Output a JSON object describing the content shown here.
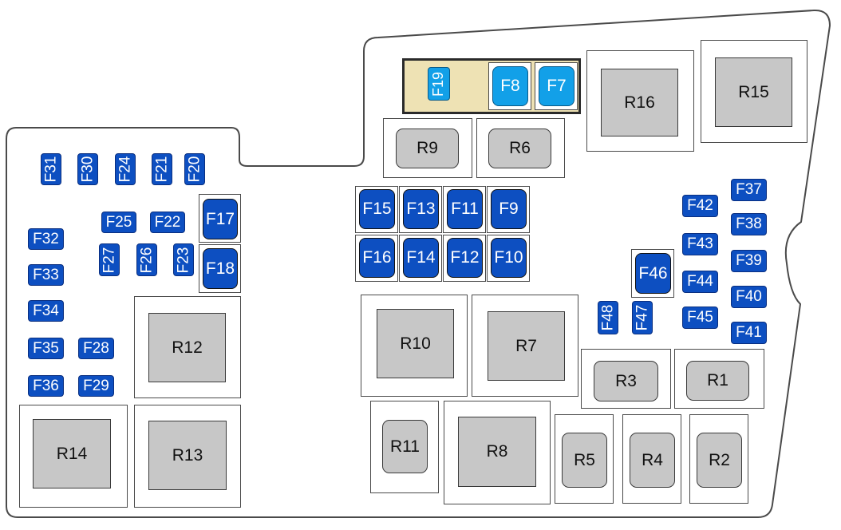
{
  "colors": {
    "fuse_blue": "#0d4fc1",
    "fuse_light_blue": "#12a0e8",
    "relay_grey": "#c7c7c7",
    "mini_panel_beige": "#eee2b4",
    "outline": "#4a4a4a"
  },
  "relays": {
    "R1": "R1",
    "R2": "R2",
    "R3": "R3",
    "R4": "R4",
    "R5": "R5",
    "R6": "R6",
    "R7": "R7",
    "R8": "R8",
    "R9": "R9",
    "R10": "R10",
    "R11": "R11",
    "R12": "R12",
    "R13": "R13",
    "R14": "R14",
    "R15": "R15",
    "R16": "R16"
  },
  "fuses": {
    "F7": "F7",
    "F8": "F8",
    "F9": "F9",
    "F10": "F10",
    "F11": "F11",
    "F12": "F12",
    "F13": "F13",
    "F14": "F14",
    "F15": "F15",
    "F16": "F16",
    "F17": "F17",
    "F18": "F18",
    "F19": "F19",
    "F20": "F20",
    "F21": "F21",
    "F22": "F22",
    "F23": "F23",
    "F24": "F24",
    "F25": "F25",
    "F26": "F26",
    "F27": "F27",
    "F28": "F28",
    "F29": "F29",
    "F30": "F30",
    "F31": "F31",
    "F32": "F32",
    "F33": "F33",
    "F34": "F34",
    "F35": "F35",
    "F36": "F36",
    "F37": "F37",
    "F38": "F38",
    "F39": "F39",
    "F40": "F40",
    "F41": "F41",
    "F42": "F42",
    "F43": "F43",
    "F44": "F44",
    "F45": "F45",
    "F46": "F46",
    "F47": "F47",
    "F48": "F48"
  }
}
